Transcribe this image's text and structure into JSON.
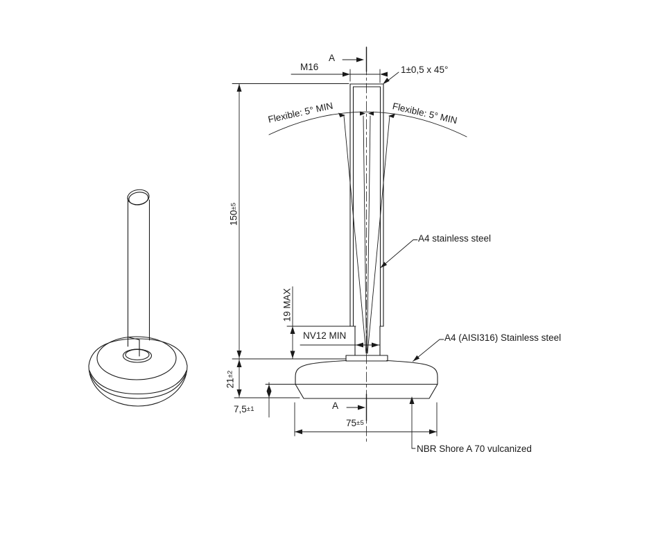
{
  "drawing_type": "technical drawing - adjustable levelling foot (front section view + isometric view)",
  "labels": {
    "section_marker": "A",
    "thread_callout": "M16",
    "chamfer_note": "1±0,5 x 45°",
    "flexible_note": "Flexible: 5° MIN",
    "rod_material": "A4 stainless steel",
    "base_material": "A4 (AISI316) Stainless steel",
    "rubber_material": "NBR Shore A 70 vulcanized"
  },
  "dimensions": {
    "overall_height": {
      "value": "150",
      "tol": "±5"
    },
    "wrench_height": "19 MAX",
    "wrench_size": "NV12 MIN",
    "base_height": {
      "value": "21",
      "tol": "±2"
    },
    "rubber_height": {
      "value": "7,5",
      "tol": "±1"
    },
    "base_diameter": {
      "value": "75",
      "tol": "±5"
    }
  },
  "colors": {
    "line": "#1a1a1a",
    "background": "#ffffff"
  }
}
